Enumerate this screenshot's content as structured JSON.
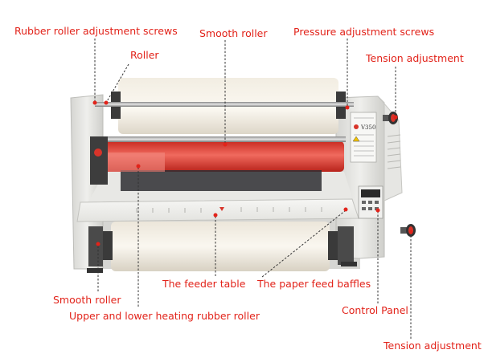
{
  "labels": {
    "rubber_roller_adjustment_screws": "Rubber roller adjustment screws",
    "roller": "Roller",
    "smooth_roller_top": "Smooth roller",
    "pressure_adjustment_screws": "Pressure adjustment screws",
    "tension_adjustment_top": "Tension adjustment",
    "smooth_roller_bottom": "Smooth roller",
    "upper_lower_heating_rubber_roller": "Upper and lower heating rubber roller",
    "feeder_table": "The feeder table",
    "paper_feed_baffles": "The paper feed baffles",
    "control_panel": "Control Panel",
    "tension_adjustment_bottom": "Tension adjustment"
  },
  "machine": {
    "model": "V350"
  },
  "colors": {
    "label": "#e2231a",
    "leader": "#333333",
    "dot": "#e2231a",
    "roller_red": "#e8443a"
  }
}
